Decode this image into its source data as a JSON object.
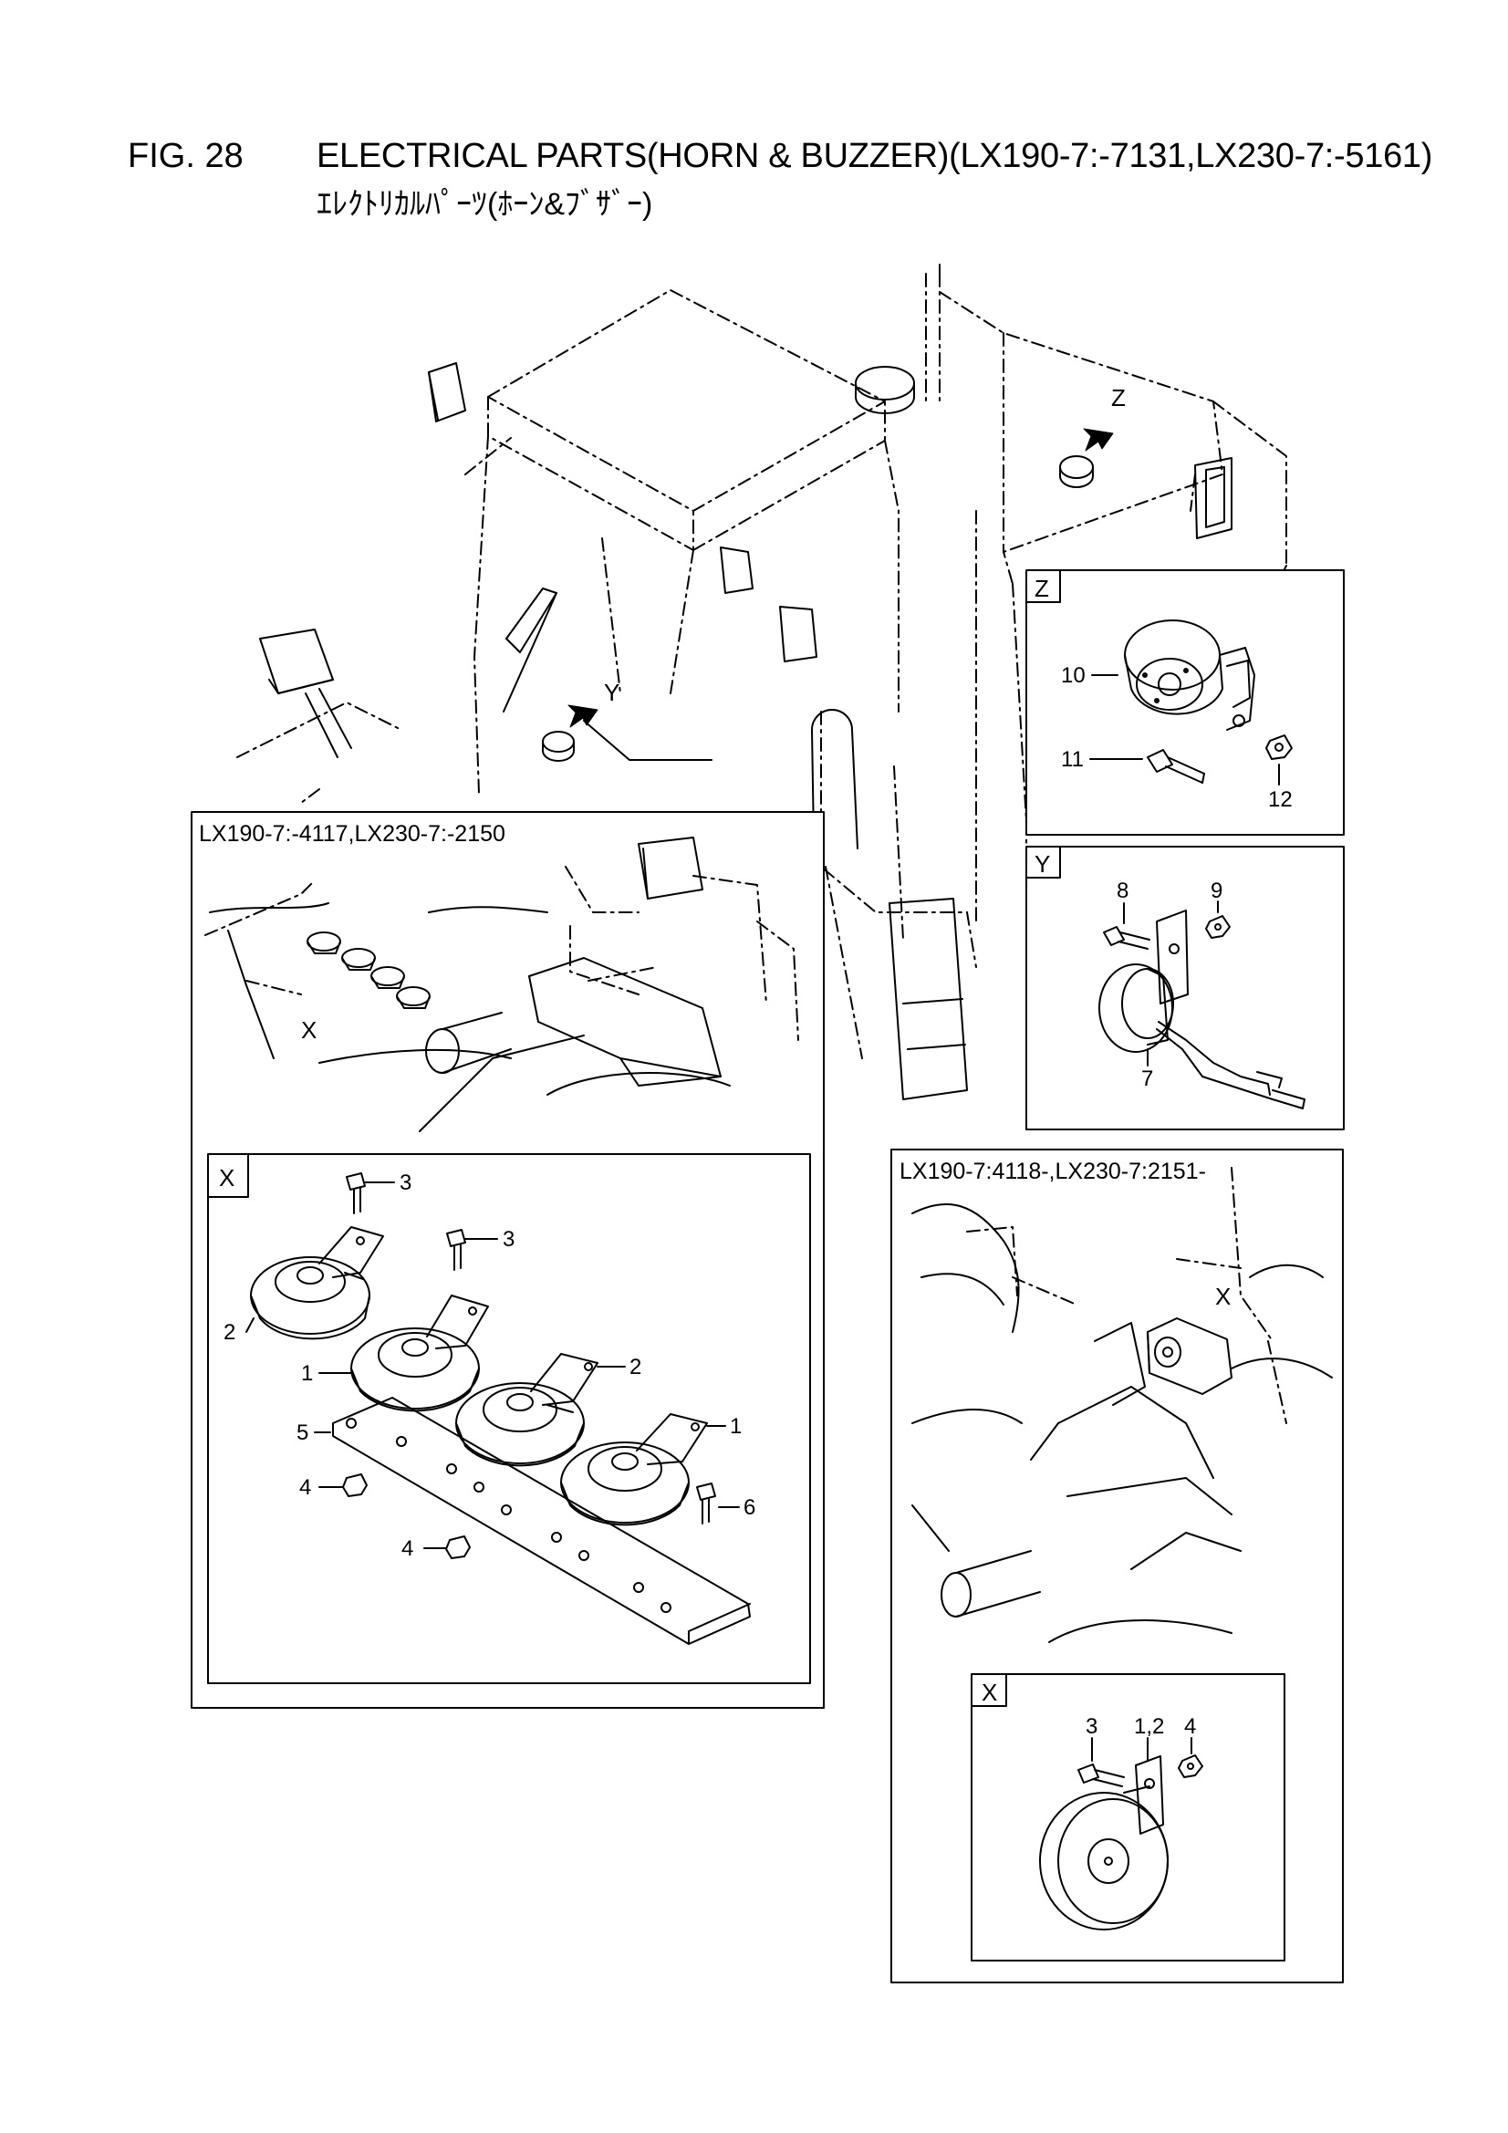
{
  "figure": {
    "number": "FIG. 28",
    "title": "ELECTRICAL PARTS(HORN & BUZZER)(LX190-7:-7131,LX230-7:-5161)",
    "title_jp": "ｴﾚｸﾄﾘｶﾙﾊﾟｰﾂ(ﾎｰﾝ&ﾌﾞｻﾞｰ)"
  },
  "views": {
    "arrow_z": "Z",
    "arrow_y": "Y",
    "arrow_x_left": "X",
    "arrow_x_right": "X"
  },
  "detail_z": {
    "tag": "Z",
    "callouts": {
      "p10": "10",
      "p11": "11",
      "p12": "12"
    }
  },
  "detail_y": {
    "tag": "Y",
    "callouts": {
      "p8": "8",
      "p9": "9",
      "p7": "7"
    }
  },
  "left_panel": {
    "caption": "LX190-7:-4117,LX230-7:-2150",
    "detail_tag": "X",
    "callouts": {
      "c3a": "3",
      "c3b": "3",
      "c2a": "2",
      "c1a": "1",
      "c2b": "2",
      "c1b": "1",
      "c5": "5",
      "c4a": "4",
      "c4b": "4",
      "c6": "6"
    }
  },
  "right_panel": {
    "caption": "LX190-7:4118-,LX230-7:2151-",
    "detail_tag": "X",
    "callouts": {
      "c3": "3",
      "c12": "1,2",
      "c4": "4"
    }
  }
}
